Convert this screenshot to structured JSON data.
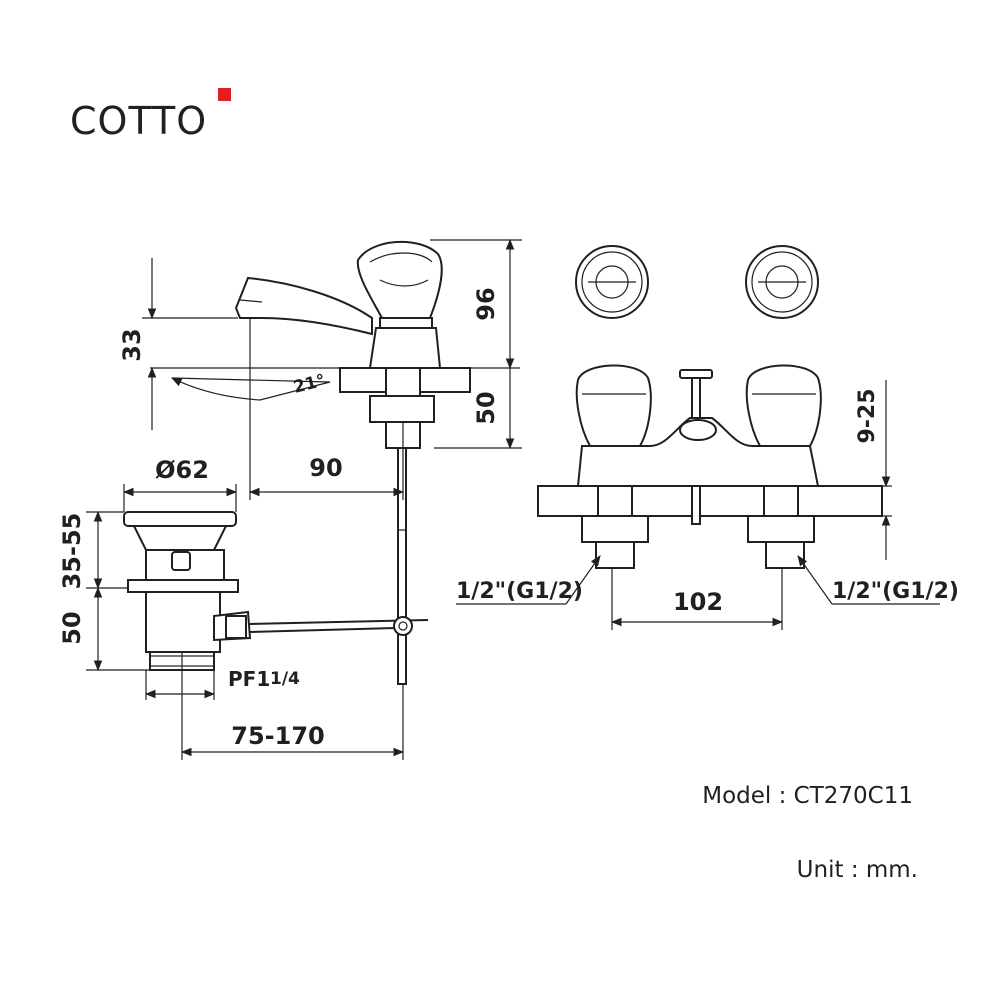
{
  "brand": {
    "name": "COTTO",
    "accent_color": "#e31e24",
    "text_color": "#231f20"
  },
  "dimensions": {
    "spout_height": "33",
    "handle_height": "96",
    "base_height": "50",
    "spout_angle": "21°",
    "spout_reach": "90",
    "drain_diameter": "Ø62",
    "drain_top_range": "35-55",
    "drain_body_height": "50",
    "drain_thread": "PF1",
    "drain_thread_fraction": "1/4",
    "rod_range": "75-170",
    "inlet_left": "1/2\"(G1/2)",
    "inlet_right": "1/2\"(G1/2)",
    "centers": "102",
    "deck_thickness": "9-25"
  },
  "info": {
    "model_label": "Model",
    "model_separator": ":",
    "model_value": "CT270C11",
    "unit_label": "Unit",
    "unit_separator": ":",
    "unit_value": "mm."
  }
}
